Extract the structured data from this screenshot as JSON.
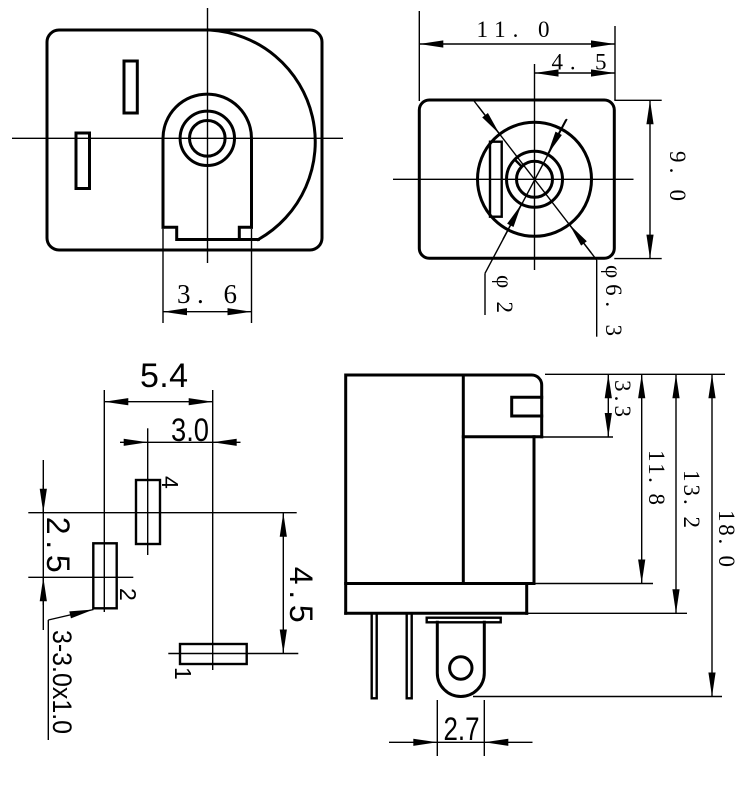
{
  "drawing": {
    "front_view": {
      "dim_slot_width": "3. 6"
    },
    "top_view": {
      "dim_overall_width": "11. 0",
      "dim_center_to_edge": "4. 5",
      "dim_overall_height": "9. 0",
      "dim_pin_diameter": "φ2",
      "dim_barrel_diameter": "φ6. 3"
    },
    "pin_view": {
      "dim_pin_span": "5.4",
      "dim_pin_offset": "3.0",
      "dim_row_offset": "2.5",
      "dim_col_offset": "4.5",
      "pad_spec": "3-3.0x1.0",
      "pin4_label": "4",
      "pin2_label": "2",
      "pin1_label": "1"
    },
    "side_view": {
      "dim_notch_depth": "3.3",
      "dim_body_height": "11. 8",
      "dim_to_flange": "13. 2",
      "dim_overall_height": "18. 0",
      "dim_tab_width": "2.7"
    }
  }
}
